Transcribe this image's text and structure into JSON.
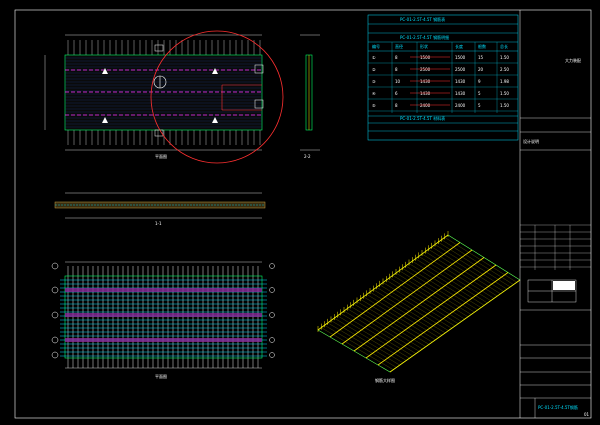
{
  "colors": {
    "background": "#000000",
    "frame": "#ffffff",
    "plan_outline": "#00ff66",
    "rebar_white": "#e8e8e8",
    "rebar_magenta": "#ff33ff",
    "rebar_blue": "#3a7bff",
    "detail_circle": "#ff3030",
    "table_cyan": "#00e0ff",
    "iso_yellow": "#ffee00",
    "iso_green": "#33ff66"
  },
  "drawing": {
    "plan_label": "平面图",
    "section_label": "1-1",
    "side_section_label": "2-2",
    "iso_label": "钢筋大样图"
  },
  "table": {
    "title": "PC-01-2.5T-4.5T 钢筋表",
    "sub_title_1": "PC-01-2.5T-4.5T 钢筋明细",
    "sub_title_2": "PC-01-2.5T-4.5T 材料表",
    "headers": [
      "编号",
      "直径",
      "形状",
      "长度",
      "根数",
      "总长"
    ],
    "rows": [
      [
        "①",
        "8",
        "1500",
        "1500",
        "15",
        "1.50"
      ],
      [
        "②",
        "8",
        "2500",
        "2500",
        "20",
        "2.50"
      ],
      [
        "③",
        "10",
        "1430",
        "1430",
        "9",
        "1.98"
      ],
      [
        "④",
        "6",
        "1430",
        "1430",
        "5",
        "1.50"
      ],
      [
        "⑤",
        "8",
        "2400",
        "2400",
        "5",
        "1.50"
      ]
    ]
  },
  "title_block": {
    "company": "大力装配",
    "note": "设计说明",
    "project_name": "PC-01-2.5T-4.5T钢筋",
    "sheet_no": "01"
  }
}
